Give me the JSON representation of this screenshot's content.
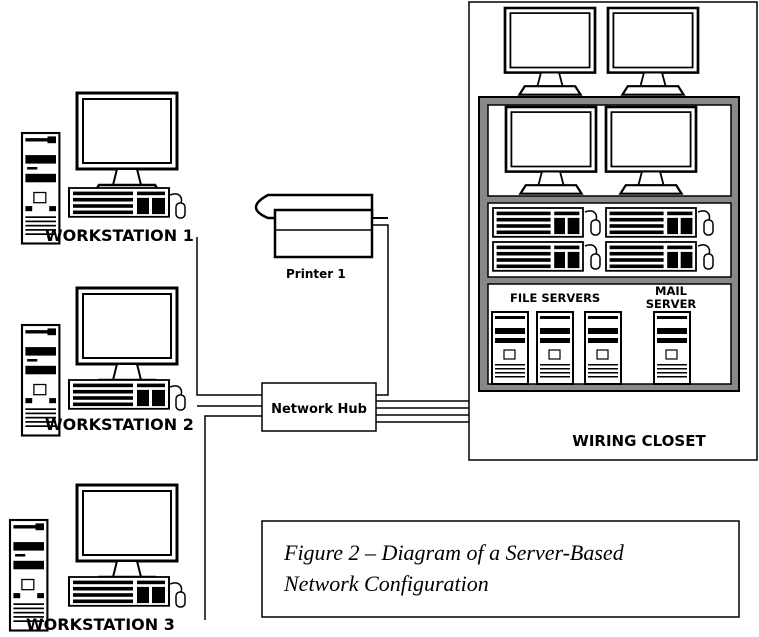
{
  "labels": {
    "workstation_1": "WORKSTATION 1",
    "workstation_2": "WORKSTATION 2",
    "workstation_3": "WORKSTATION 3",
    "printer": "Printer 1",
    "hub": "Network Hub",
    "file_servers": "FILE SERVERS",
    "mail_server_line1": "MAIL",
    "mail_server_line2": "SERVER",
    "wiring_closet": "WIRING CLOSET"
  },
  "caption": {
    "line1": "Figure 2 – Diagram of a Server-Based",
    "line2": "Network Configuration"
  }
}
